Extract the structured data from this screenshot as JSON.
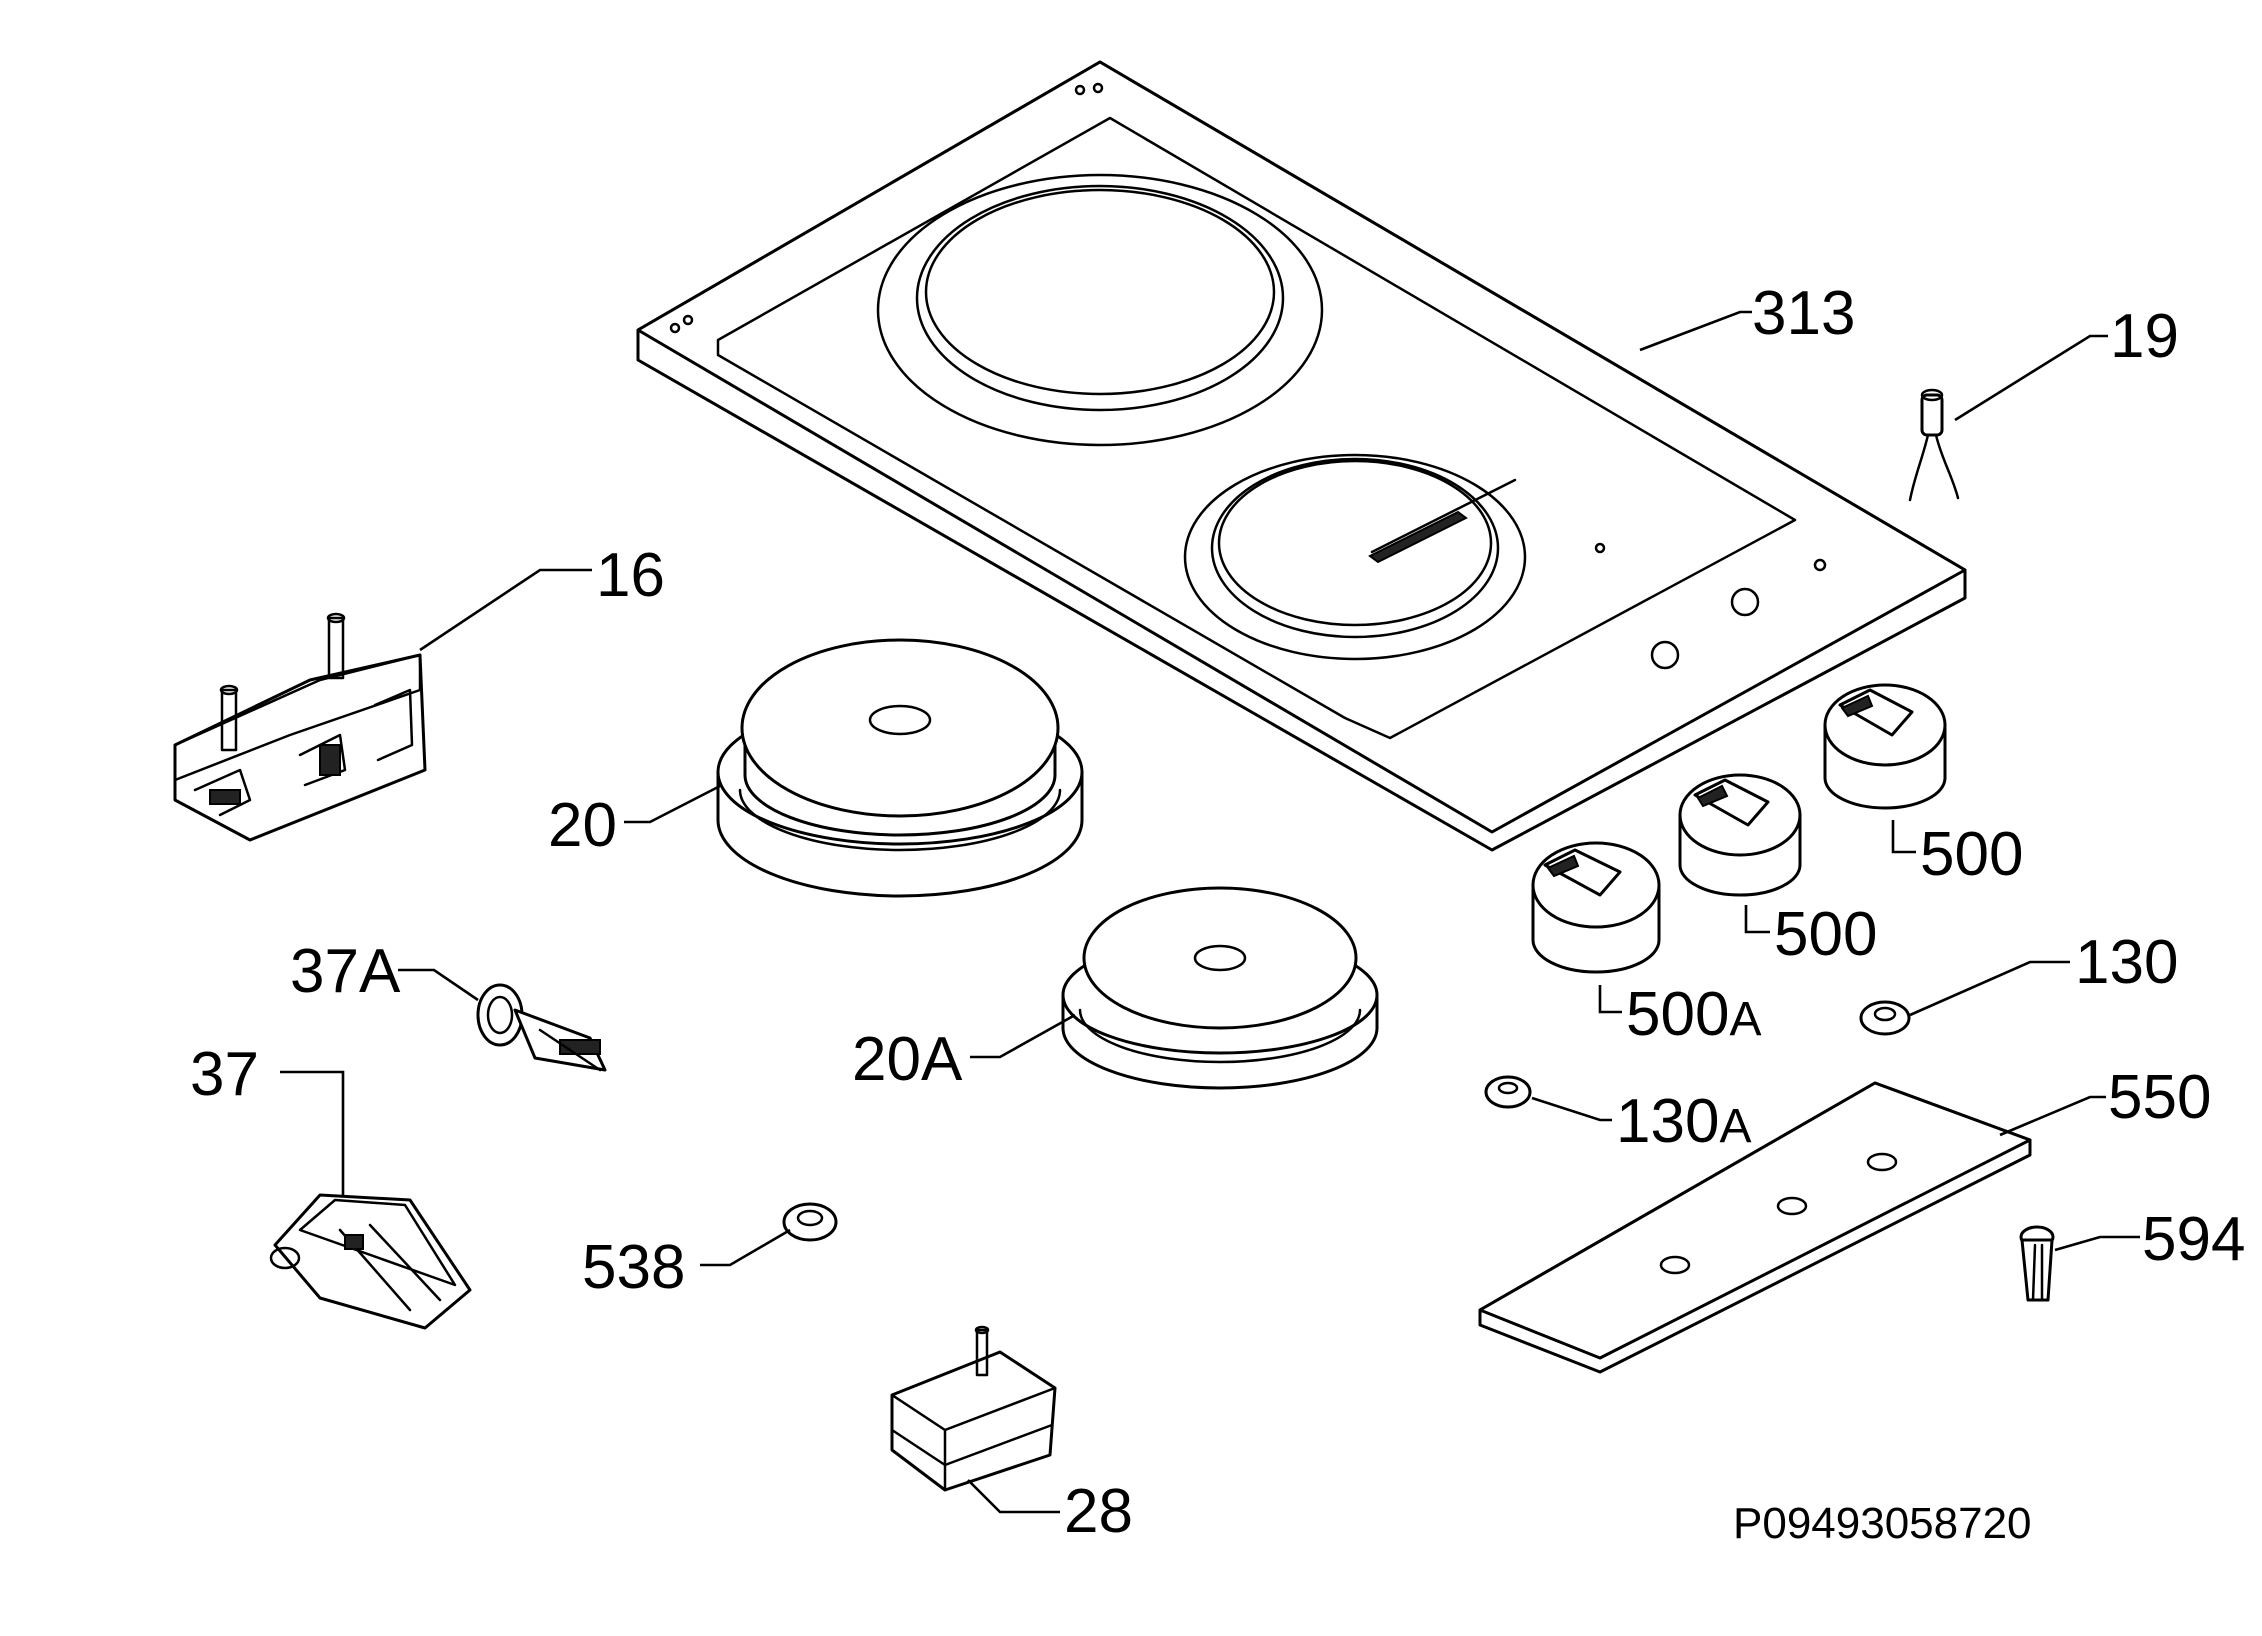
{
  "drawing_code": "P09493058720",
  "callouts": {
    "c313": "313",
    "c19": "19",
    "c16": "16",
    "c20": "20",
    "c20A": "20A",
    "c37A": "37A",
    "c37": "37",
    "c538": "538",
    "c28": "28",
    "c500_right": "500",
    "c500_mid": "500",
    "c500A": "500",
    "c500A_suffix": "A",
    "c130": "130",
    "c130A": "130",
    "c130A_suffix": "A",
    "c550": "550",
    "c594": "594"
  }
}
